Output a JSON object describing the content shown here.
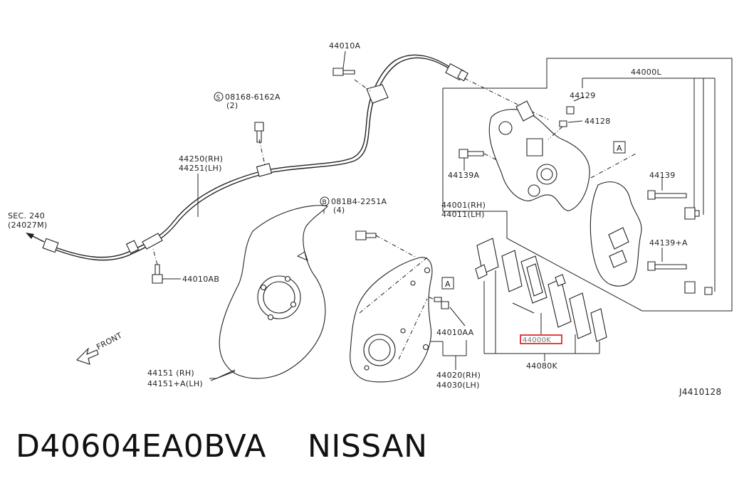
{
  "labels": {
    "sensor_bolt": "44010A",
    "sensor_bolt_b": "44010AB",
    "bolt_s": "08168-6162A",
    "bolt_s_qty": "(2)",
    "bolt_b": "081B4-2251A",
    "bolt_b_qty": "(4)",
    "sensor_rh": "44250(RH)",
    "sensor_lh": "44251(LH)",
    "sec": "SEC. 240",
    "sec_sub": "(24027M)",
    "caliper_assy": "44000L",
    "bleeder": "44129",
    "cap": "44128",
    "slide_bolt": "44139A",
    "pin_bolt": "44139",
    "pin_bolt_a": "44139+A",
    "caliper_rh": "44001(RH)",
    "caliper_lh": "44011(LH)",
    "pad_kit": "44000K",
    "pad_hw": "44080K",
    "mount_bolt": "44010AA",
    "plate_rh": "44020(RH)",
    "plate_lh": "44030(LH)",
    "shield_rh": "44151 (RH)",
    "shield_lh": "44151+A(LH)",
    "front": "FRONT",
    "ref_a": "A",
    "ref_a2": "A",
    "diagram_code": "J4410128"
  },
  "colors": {
    "highlight": "#e01010",
    "ink": "#222222"
  },
  "icons": {
    "front_arrow": "arrow-icon",
    "circled_s": "circled-s-icon",
    "circled_b": "circled-b-icon"
  },
  "caption": {
    "part_number": "D40604EA0BVA",
    "brand": "NISSAN"
  }
}
